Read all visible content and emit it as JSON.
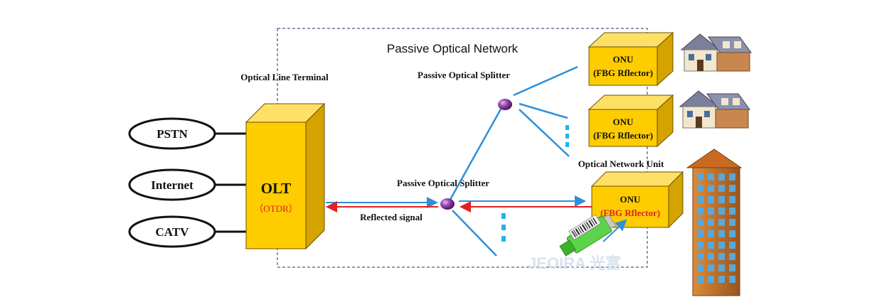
{
  "title": "Passive Optical Network",
  "labels": {
    "olt_caption": "Optical Line Terminal",
    "splitter_top": "Passive Optical Splitter",
    "splitter_bottom": "Passive Optical Splitter",
    "onu_caption": "Optical Network Unit",
    "reflected": "Reflected signal"
  },
  "services": [
    "PSTN",
    "Internet",
    "CATV"
  ],
  "olt": {
    "name": "OLT",
    "sub": "（OTDR）"
  },
  "onus": [
    {
      "name": "ONU",
      "sub": "(FBG Rflector)",
      "highlight": false
    },
    {
      "name": "ONU",
      "sub": "(FBG Rflector)",
      "highlight": false
    },
    {
      "name": "ONU",
      "sub": "(FBG Rflector)",
      "highlight": true
    }
  ],
  "watermark": "JEOIRA 光富",
  "colors": {
    "box_front": "#FFCC00",
    "box_top": "#FFE066",
    "box_side": "#D4A300",
    "fiber": "#2F8FD8",
    "reflect": "#E02020",
    "dash": "#25B4E8",
    "splitter": "#7A2E8C",
    "boundary": "#2A2A7A",
    "connector": "#5CD34A"
  }
}
